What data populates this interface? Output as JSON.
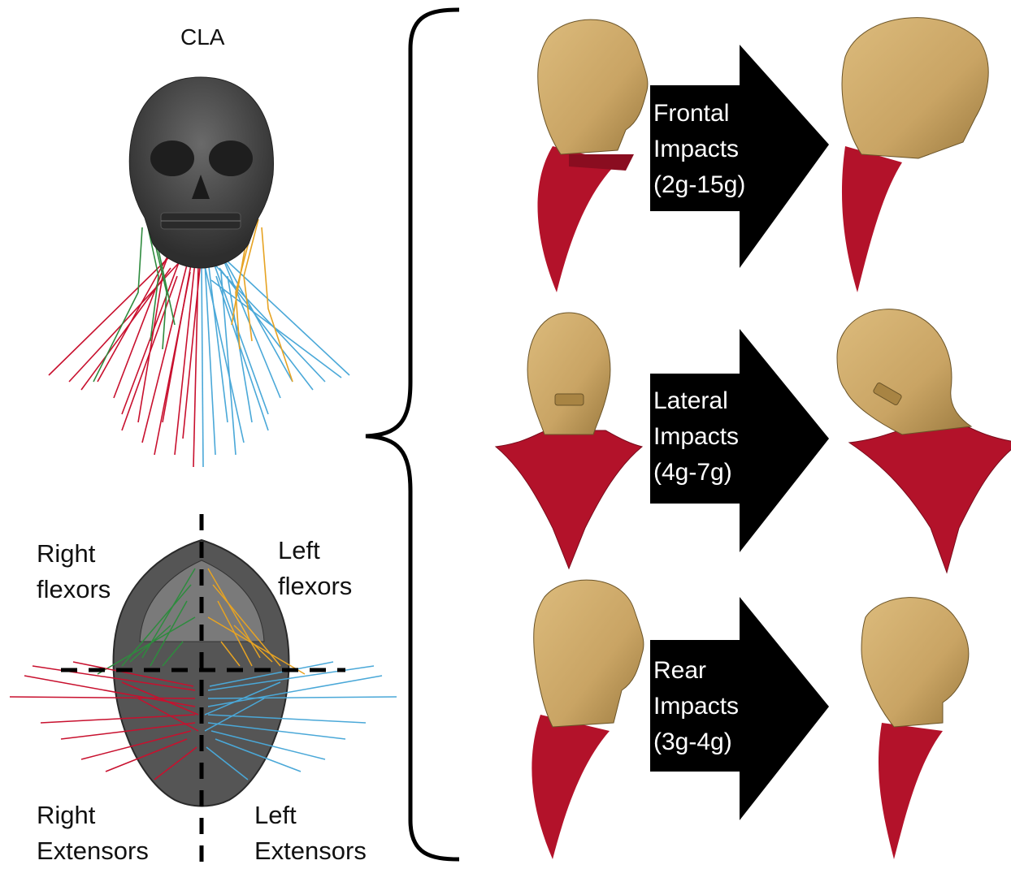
{
  "figure": {
    "cla_title": "CLA",
    "quadrants": {
      "right_flexors": "Right\nflexors",
      "left_flexors": "Left\nflexors",
      "right_extensors": "Right\nExtensors",
      "left_extensors": "Left\nExtensors"
    },
    "impacts": [
      {
        "label": "Frontal\nImpacts\n(2g-15g)"
      },
      {
        "label": "Lateral\nImpacts\n(4g-7g)"
      },
      {
        "label": "Rear\nImpacts\n(3g-4g)"
      }
    ],
    "colors": {
      "skull": "#4a4a4a",
      "right_flexors": "#2e8b3e",
      "left_flexors": "#e6a323",
      "right_extensors": "#c8102e",
      "left_extensors": "#4aa8d8",
      "head_model": "#c9a464",
      "neck_muscle": "#b3122a",
      "arrow": "#000000"
    }
  }
}
